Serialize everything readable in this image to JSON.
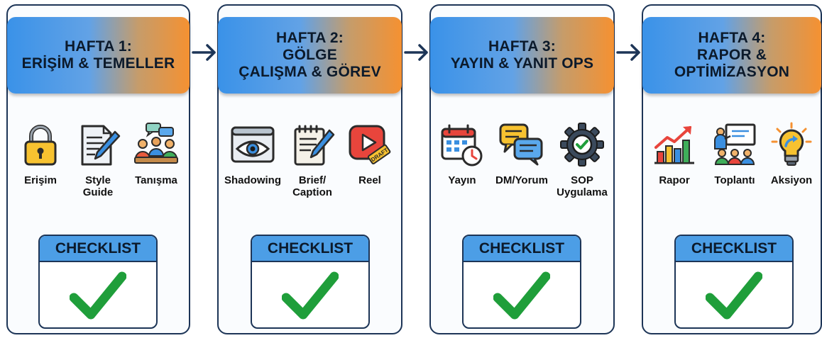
{
  "colors": {
    "border": "#1d3557",
    "banner_left": "#3a92e8",
    "banner_right": "#f59131",
    "checklist_header": "#4c9ee6",
    "check_green": "#1f9e3a"
  },
  "weeks": [
    {
      "title_lines": [
        "HAFTA 1:",
        "ERİŞİM & TEMELLER"
      ],
      "items": [
        {
          "icon": "lock-icon",
          "label": "Erişim"
        },
        {
          "icon": "document-pen-icon",
          "label": "Style Guide"
        },
        {
          "icon": "meeting-people-icon",
          "label": "Tanışma"
        }
      ],
      "checklist": "CHECKLIST"
    },
    {
      "title_lines": [
        "HAFTA 2:",
        "GÖLGE",
        "ÇALIŞMA & GÖREV"
      ],
      "items": [
        {
          "icon": "eye-window-icon",
          "label": "Shadowing"
        },
        {
          "icon": "notepad-pen-icon",
          "label": "Brief/ Caption"
        },
        {
          "icon": "reel-play-draft-icon",
          "label": "Reel"
        }
      ],
      "checklist": "CHECKLIST"
    },
    {
      "title_lines": [
        "HAFTA 3:",
        "YAYIN & YANIT OPS"
      ],
      "items": [
        {
          "icon": "calendar-clock-icon",
          "label": "Yayın"
        },
        {
          "icon": "chat-bubbles-icon",
          "label": "DM/Yorum"
        },
        {
          "icon": "gear-check-icon",
          "label": "SOP Uygulama"
        }
      ],
      "checklist": "CHECKLIST"
    },
    {
      "title_lines": [
        "HAFTA 4:",
        "RAPOR &",
        "OPTİMİZASYON"
      ],
      "items": [
        {
          "icon": "bar-chart-growth-icon",
          "label": "Rapor"
        },
        {
          "icon": "presentation-meeting-icon",
          "label": "Toplantı"
        },
        {
          "icon": "lightbulb-arrow-icon",
          "label": "Aksiyon"
        }
      ],
      "checklist": "CHECKLIST"
    }
  ],
  "label_lines": {
    "w1_i2": [
      "Style",
      "Guide"
    ],
    "w2_i2": [
      "Brief/",
      "Caption"
    ],
    "w3_i3": [
      "SOP",
      "Uygulama"
    ]
  },
  "draft_tag": "DRAFT"
}
